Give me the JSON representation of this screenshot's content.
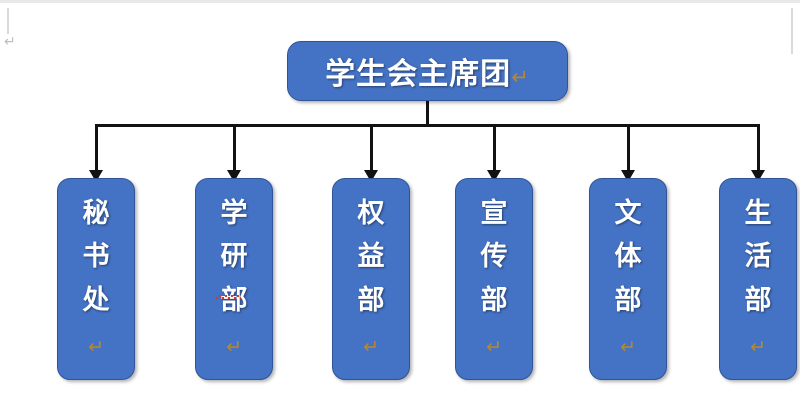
{
  "document": {
    "background_color": "#ffffff",
    "margin_pilcrow": "↵",
    "margin_pilcrow_color": "#bfbfbf"
  },
  "diagram": {
    "type": "organization-chart",
    "shape_fill": "#4472C4",
    "shape_border": "#2F5597",
    "text_color": "#ffffff",
    "connector_color": "#121212",
    "pilcrow_glyph": "↵",
    "pilcrow_color": "#B6872C",
    "root": {
      "label": "学生会主席团",
      "pilcrow": "↵",
      "orientation": "horizontal"
    },
    "children": [
      {
        "label": "秘书处",
        "pilcrow": "↵",
        "spellcheck_underline": false
      },
      {
        "label": "学研部",
        "pilcrow": "↵",
        "spellcheck_underline": true
      },
      {
        "label": "权益部",
        "pilcrow": "↵",
        "spellcheck_underline": false
      },
      {
        "label": "宣传部",
        "pilcrow": "↵",
        "spellcheck_underline": false
      },
      {
        "label": "文体部",
        "pilcrow": "↵",
        "spellcheck_underline": false
      },
      {
        "label": "生活部",
        "pilcrow": "↵",
        "spellcheck_underline": false
      }
    ]
  }
}
